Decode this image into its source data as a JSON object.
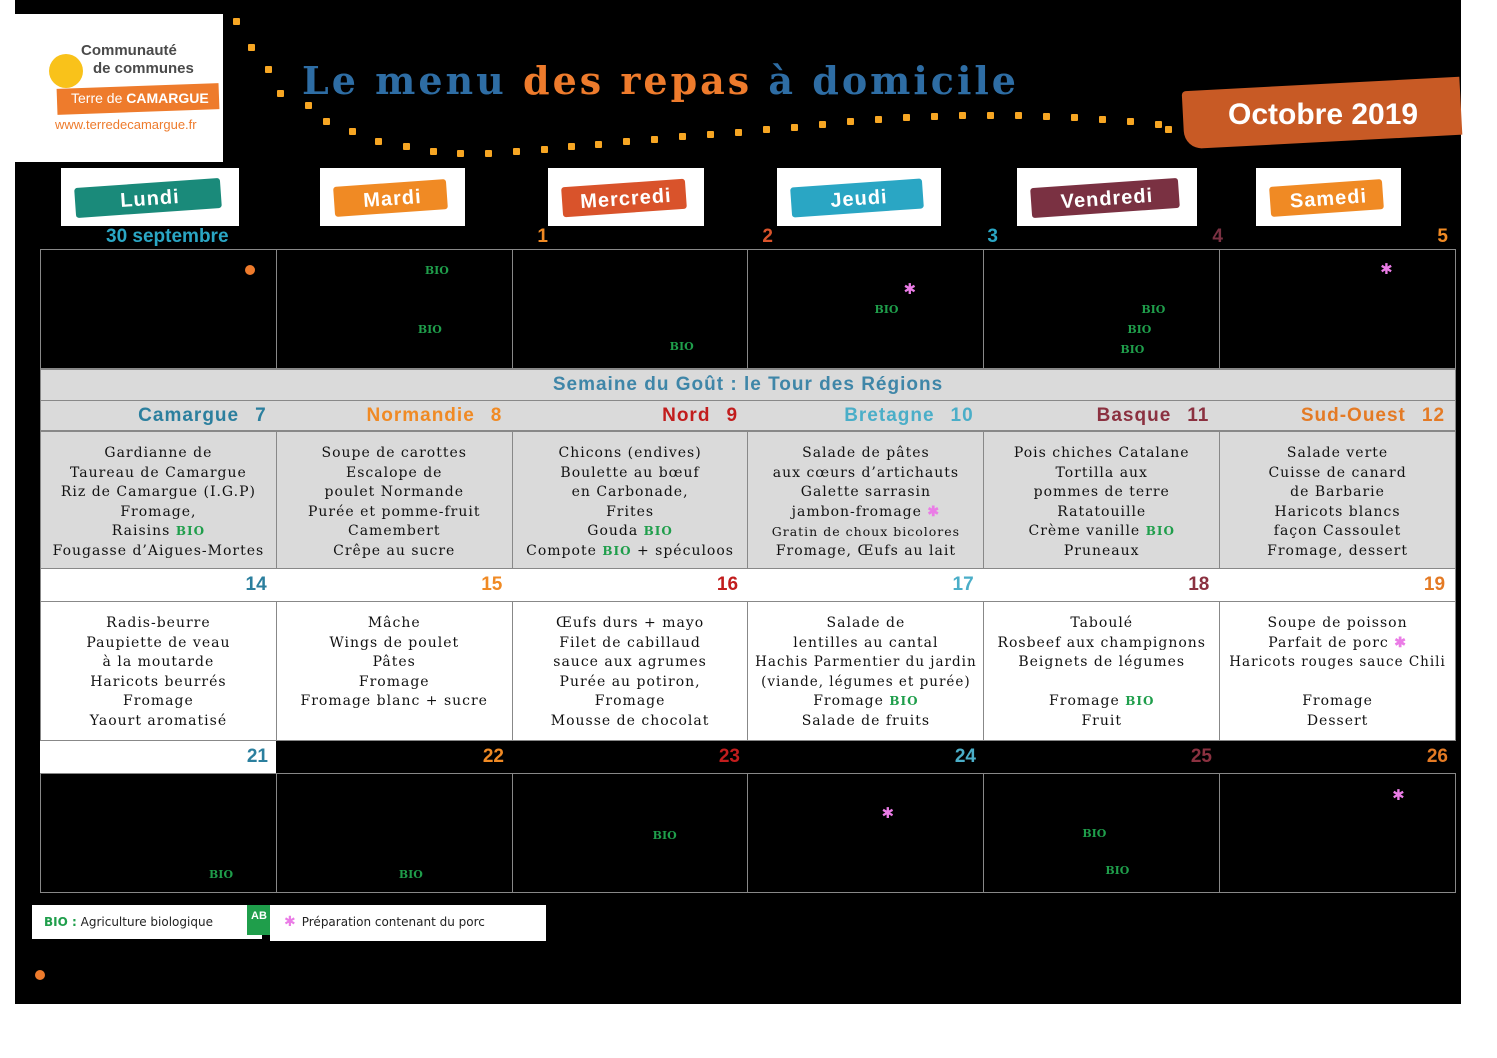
{
  "logo": {
    "line1": "Communauté",
    "line2": "de communes",
    "line3a": "Terre de ",
    "line3b": "CAMARGUE",
    "url": "www.terredecamargue.fr"
  },
  "title": {
    "part1": "Le menu ",
    "part2": "des repas ",
    "part3": "à domicile"
  },
  "month": "Octobre 2019",
  "days": [
    "Lundi",
    "Mardi",
    "Mercredi",
    "Jeudi",
    "Vendredi",
    "Samedi"
  ],
  "colors": {
    "lundi": "#1a8a7a",
    "mardi": "#f08a24",
    "mercredi": "#d9532b",
    "jeudi": "#2aa6c4",
    "vendredi": "#7a3142",
    "samedi": "#f08a24",
    "bio": "#1f9e4b",
    "pork": "#ea7ce6"
  },
  "week1": {
    "dates": [
      "30 septembre",
      "1",
      "2",
      "3",
      "4",
      "5"
    ],
    "bio_label": "BIO"
  },
  "week_banner": "Semaine du Goût : le Tour des Régions",
  "week2": {
    "regions": [
      {
        "name": "Camargue",
        "date": "7"
      },
      {
        "name": "Normandie",
        "date": "8"
      },
      {
        "name": "Nord",
        "date": "9"
      },
      {
        "name": "Bretagne",
        "date": "10"
      },
      {
        "name": "Basque",
        "date": "11"
      },
      {
        "name": "Sud-Ouest",
        "date": "12"
      }
    ],
    "menus": [
      [
        "Gardianne de",
        "Taureau de Camargue",
        "Riz de Camargue (I.G.P)",
        "Fromage,",
        "Raisins",
        "Fougasse d’Aigues-Mortes"
      ],
      [
        "Soupe de carottes",
        "Escalope de",
        "poulet Normande",
        "Purée et pomme-fruit",
        "Camembert",
        "Crêpe au sucre"
      ],
      [
        "Chicons (endives)",
        "Boulette au bœuf",
        "en Carbonade,",
        "Frites",
        "Gouda",
        "Compote",
        "+ spéculoos"
      ],
      [
        "Salade de pâtes",
        "aux cœurs d’artichauts",
        "Galette sarrasin",
        "jambon-fromage",
        "Gratin de choux bicolores",
        "Fromage, Œufs au lait"
      ],
      [
        "Pois chiches Catalane",
        "Tortilla aux",
        "pommes de terre",
        "Ratatouille",
        "Crème vanille",
        "Pruneaux"
      ],
      [
        "Salade verte",
        "Cuisse de canard",
        "de Barbarie",
        "Haricots blancs",
        "façon Cassoulet",
        "Fromage, dessert"
      ]
    ]
  },
  "week3": {
    "dates": [
      "14",
      "15",
      "16",
      "17",
      "18",
      "19"
    ],
    "menus": [
      [
        "Radis-beurre",
        "Paupiette de veau",
        "à la moutarde",
        "Haricots beurrés",
        "Fromage",
        "Yaourt aromatisé"
      ],
      [
        "Mâche",
        "Wings de poulet",
        "Pâtes",
        "Fromage",
        "Fromage blanc + sucre"
      ],
      [
        "Œufs durs + mayo",
        "Filet de cabillaud",
        "sauce aux agrumes",
        "Purée au potiron,",
        "Fromage",
        "Mousse de chocolat"
      ],
      [
        "Salade de",
        "lentilles au cantal",
        "Hachis Parmentier du jardin",
        "(viande, légumes et purée)",
        "Fromage",
        "Salade de fruits"
      ],
      [
        "Taboulé",
        "Rosbeef aux champignons",
        "Beignets de légumes",
        "Fromage",
        "Fruit"
      ],
      [
        "Soupe de poisson",
        "Parfait de porc",
        "Haricots rouges sauce Chili",
        "Fromage",
        "Dessert"
      ]
    ]
  },
  "week4": {
    "dates": [
      "21",
      "22",
      "23",
      "24",
      "25",
      "26"
    ]
  },
  "legend": {
    "bio_key": "BIO :",
    "bio_text": "Agriculture biologique",
    "ab_logo": "AB",
    "pork_symbol": "✱",
    "pork_text": "Préparation contenant du porc"
  }
}
